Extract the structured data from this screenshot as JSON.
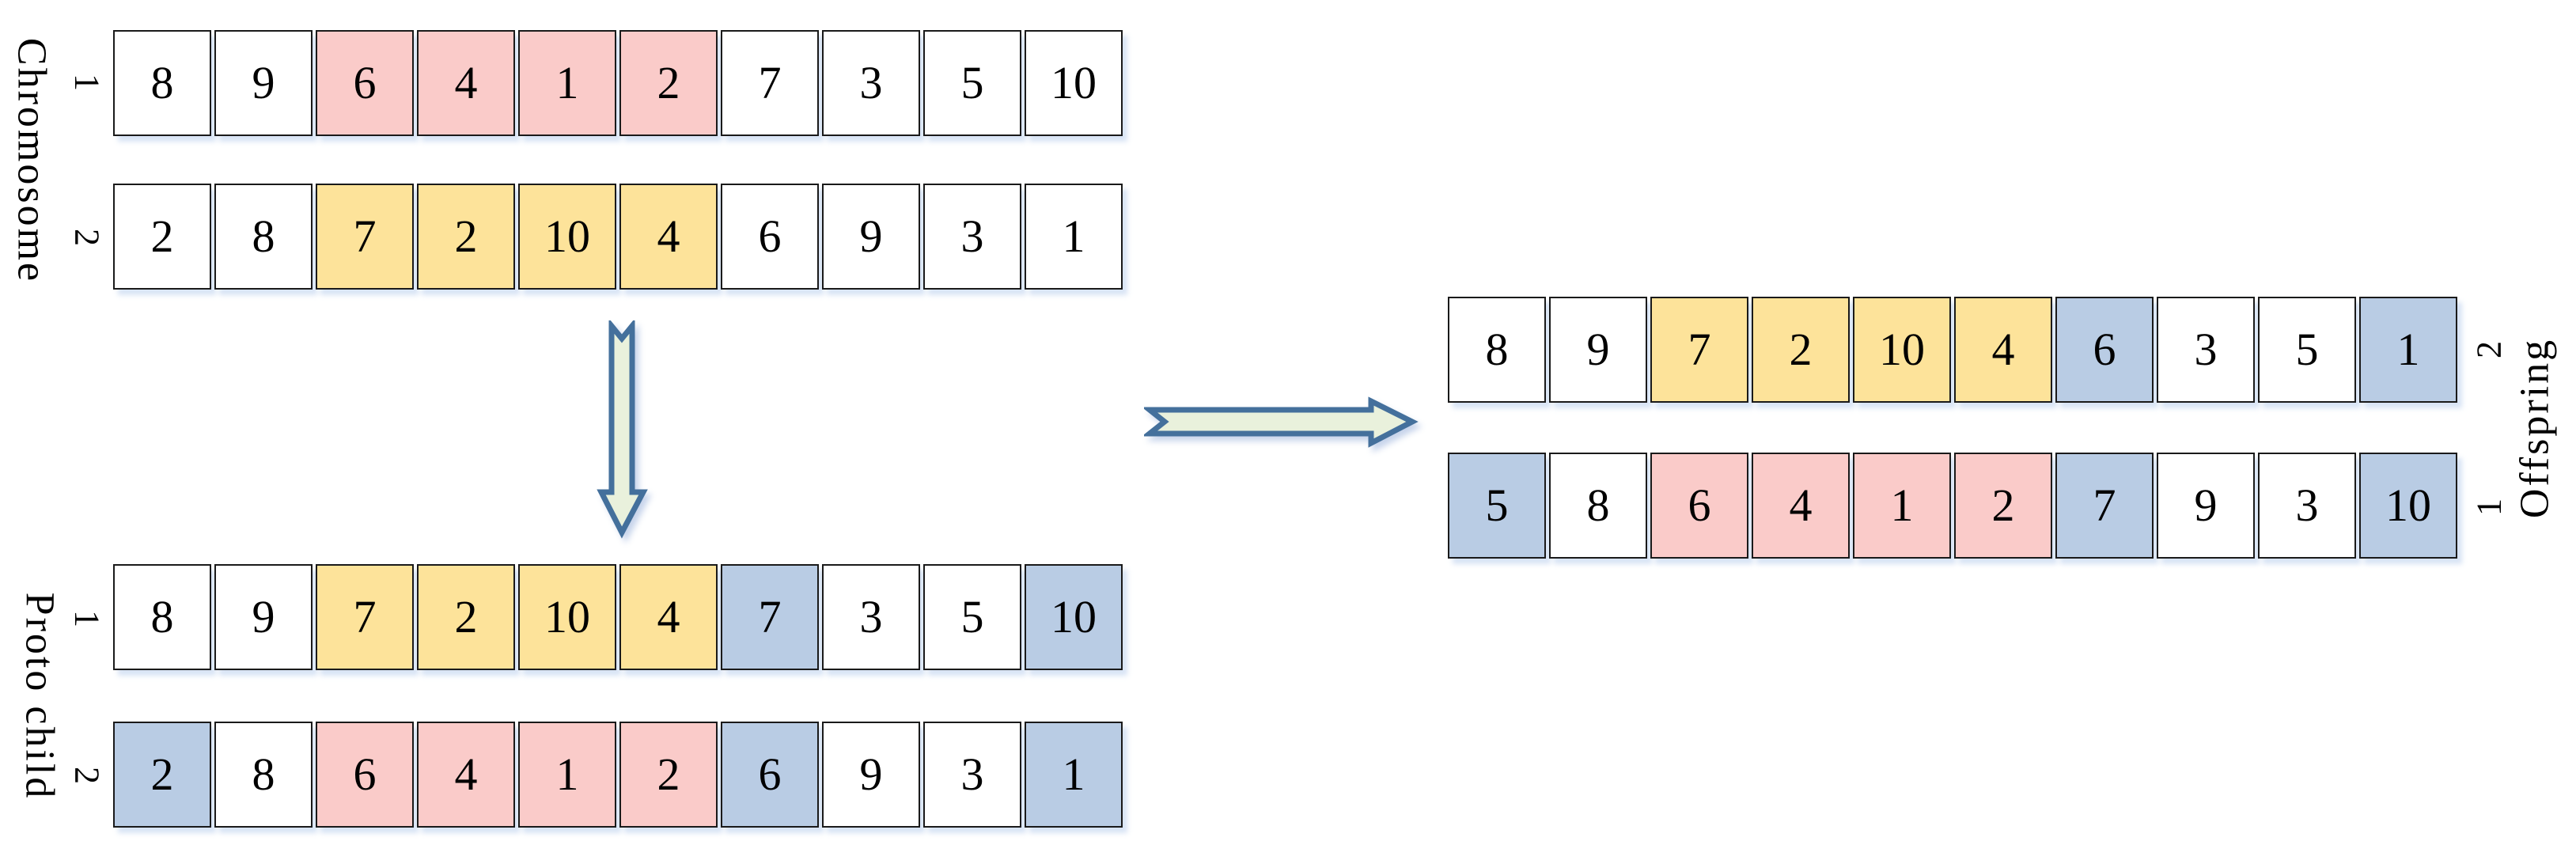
{
  "palette": {
    "white": "#FFFFFF",
    "pink": "#FACBC9",
    "yellow": "#FDE39A",
    "blue": "#B9CCE4",
    "cell_border": "#1A1A1A",
    "arrow_fill": "#E9F1DC",
    "arrow_stroke": "#44709C",
    "shadow": "#D9E4F3"
  },
  "groups": {
    "chromosome": {
      "label": "Chromosome",
      "rows": [
        {
          "label": "1",
          "cells": [
            {
              "v": "8",
              "c": "white"
            },
            {
              "v": "9",
              "c": "white"
            },
            {
              "v": "6",
              "c": "pink"
            },
            {
              "v": "4",
              "c": "pink"
            },
            {
              "v": "1",
              "c": "pink"
            },
            {
              "v": "2",
              "c": "pink"
            },
            {
              "v": "7",
              "c": "white"
            },
            {
              "v": "3",
              "c": "white"
            },
            {
              "v": "5",
              "c": "white"
            },
            {
              "v": "10",
              "c": "white"
            }
          ]
        },
        {
          "label": "2",
          "cells": [
            {
              "v": "2",
              "c": "white"
            },
            {
              "v": "8",
              "c": "white"
            },
            {
              "v": "7",
              "c": "yellow"
            },
            {
              "v": "2",
              "c": "yellow"
            },
            {
              "v": "10",
              "c": "yellow"
            },
            {
              "v": "4",
              "c": "yellow"
            },
            {
              "v": "6",
              "c": "white"
            },
            {
              "v": "9",
              "c": "white"
            },
            {
              "v": "3",
              "c": "white"
            },
            {
              "v": "1",
              "c": "white"
            }
          ]
        }
      ]
    },
    "proto_child": {
      "label": "Proto child",
      "rows": [
        {
          "label": "1",
          "cells": [
            {
              "v": "8",
              "c": "white"
            },
            {
              "v": "9",
              "c": "white"
            },
            {
              "v": "7",
              "c": "yellow"
            },
            {
              "v": "2",
              "c": "yellow"
            },
            {
              "v": "10",
              "c": "yellow"
            },
            {
              "v": "4",
              "c": "yellow"
            },
            {
              "v": "7",
              "c": "blue"
            },
            {
              "v": "3",
              "c": "white"
            },
            {
              "v": "5",
              "c": "white"
            },
            {
              "v": "10",
              "c": "blue"
            }
          ]
        },
        {
          "label": "2",
          "cells": [
            {
              "v": "2",
              "c": "blue"
            },
            {
              "v": "8",
              "c": "white"
            },
            {
              "v": "6",
              "c": "pink"
            },
            {
              "v": "4",
              "c": "pink"
            },
            {
              "v": "1",
              "c": "pink"
            },
            {
              "v": "2",
              "c": "pink"
            },
            {
              "v": "6",
              "c": "blue"
            },
            {
              "v": "9",
              "c": "white"
            },
            {
              "v": "3",
              "c": "white"
            },
            {
              "v": "1",
              "c": "blue"
            }
          ]
        }
      ]
    },
    "offspring": {
      "label": "Offspring",
      "rows": [
        {
          "label": "2",
          "cells": [
            {
              "v": "8",
              "c": "white"
            },
            {
              "v": "9",
              "c": "white"
            },
            {
              "v": "7",
              "c": "yellow"
            },
            {
              "v": "2",
              "c": "yellow"
            },
            {
              "v": "10",
              "c": "yellow"
            },
            {
              "v": "4",
              "c": "yellow"
            },
            {
              "v": "6",
              "c": "blue"
            },
            {
              "v": "3",
              "c": "white"
            },
            {
              "v": "5",
              "c": "white"
            },
            {
              "v": "1",
              "c": "blue"
            }
          ]
        },
        {
          "label": "1",
          "cells": [
            {
              "v": "5",
              "c": "blue"
            },
            {
              "v": "8",
              "c": "white"
            },
            {
              "v": "6",
              "c": "pink"
            },
            {
              "v": "4",
              "c": "pink"
            },
            {
              "v": "1",
              "c": "pink"
            },
            {
              "v": "2",
              "c": "pink"
            },
            {
              "v": "7",
              "c": "blue"
            },
            {
              "v": "9",
              "c": "white"
            },
            {
              "v": "3",
              "c": "white"
            },
            {
              "v": "10",
              "c": "blue"
            }
          ]
        }
      ]
    }
  },
  "arrows": [
    {
      "name": "down-arrow",
      "direction": "down"
    },
    {
      "name": "right-arrow",
      "direction": "right"
    }
  ]
}
